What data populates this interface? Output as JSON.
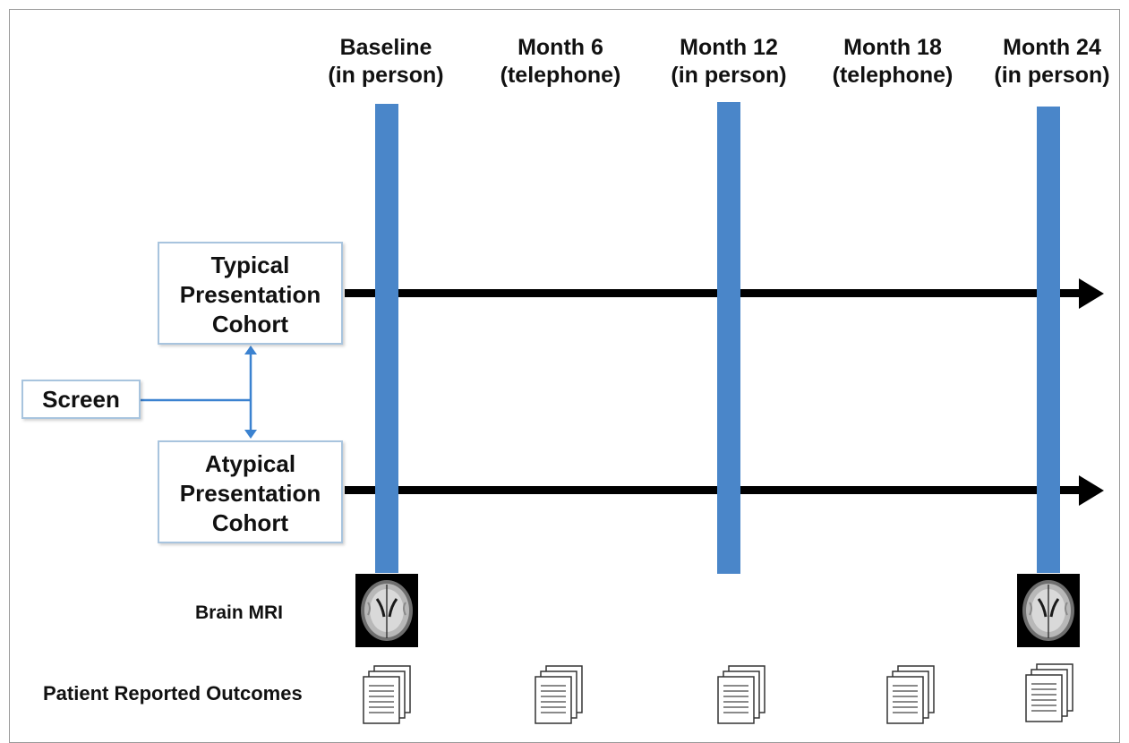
{
  "timepoints": [
    {
      "line1": "Baseline",
      "line2": "(in person)"
    },
    {
      "line1": "Month 6",
      "line2": "(telephone)"
    },
    {
      "line1": "Month 12",
      "line2": "(in person)"
    },
    {
      "line1": "Month 18",
      "line2": "(telephone)"
    },
    {
      "line1": "Month 24",
      "line2": "(in person)"
    }
  ],
  "cohorts": {
    "typical": {
      "line1": "Typical",
      "line2": "Presentation",
      "line3": "Cohort"
    },
    "atypical": {
      "line1": "Atypical",
      "line2": "Presentation",
      "line3": "Cohort"
    }
  },
  "screen_label": "Screen",
  "rows": {
    "mri_label": "Brain MRI",
    "pro_label": "Patient Reported Outcomes"
  },
  "colors": {
    "bar": "#4a86c9",
    "box_border": "#a8c4de",
    "connector": "#3b82d0",
    "timeline": "#000000"
  },
  "icons": {
    "mri": "brain-mri-scan-icon",
    "documents": "document-stack-icon"
  }
}
